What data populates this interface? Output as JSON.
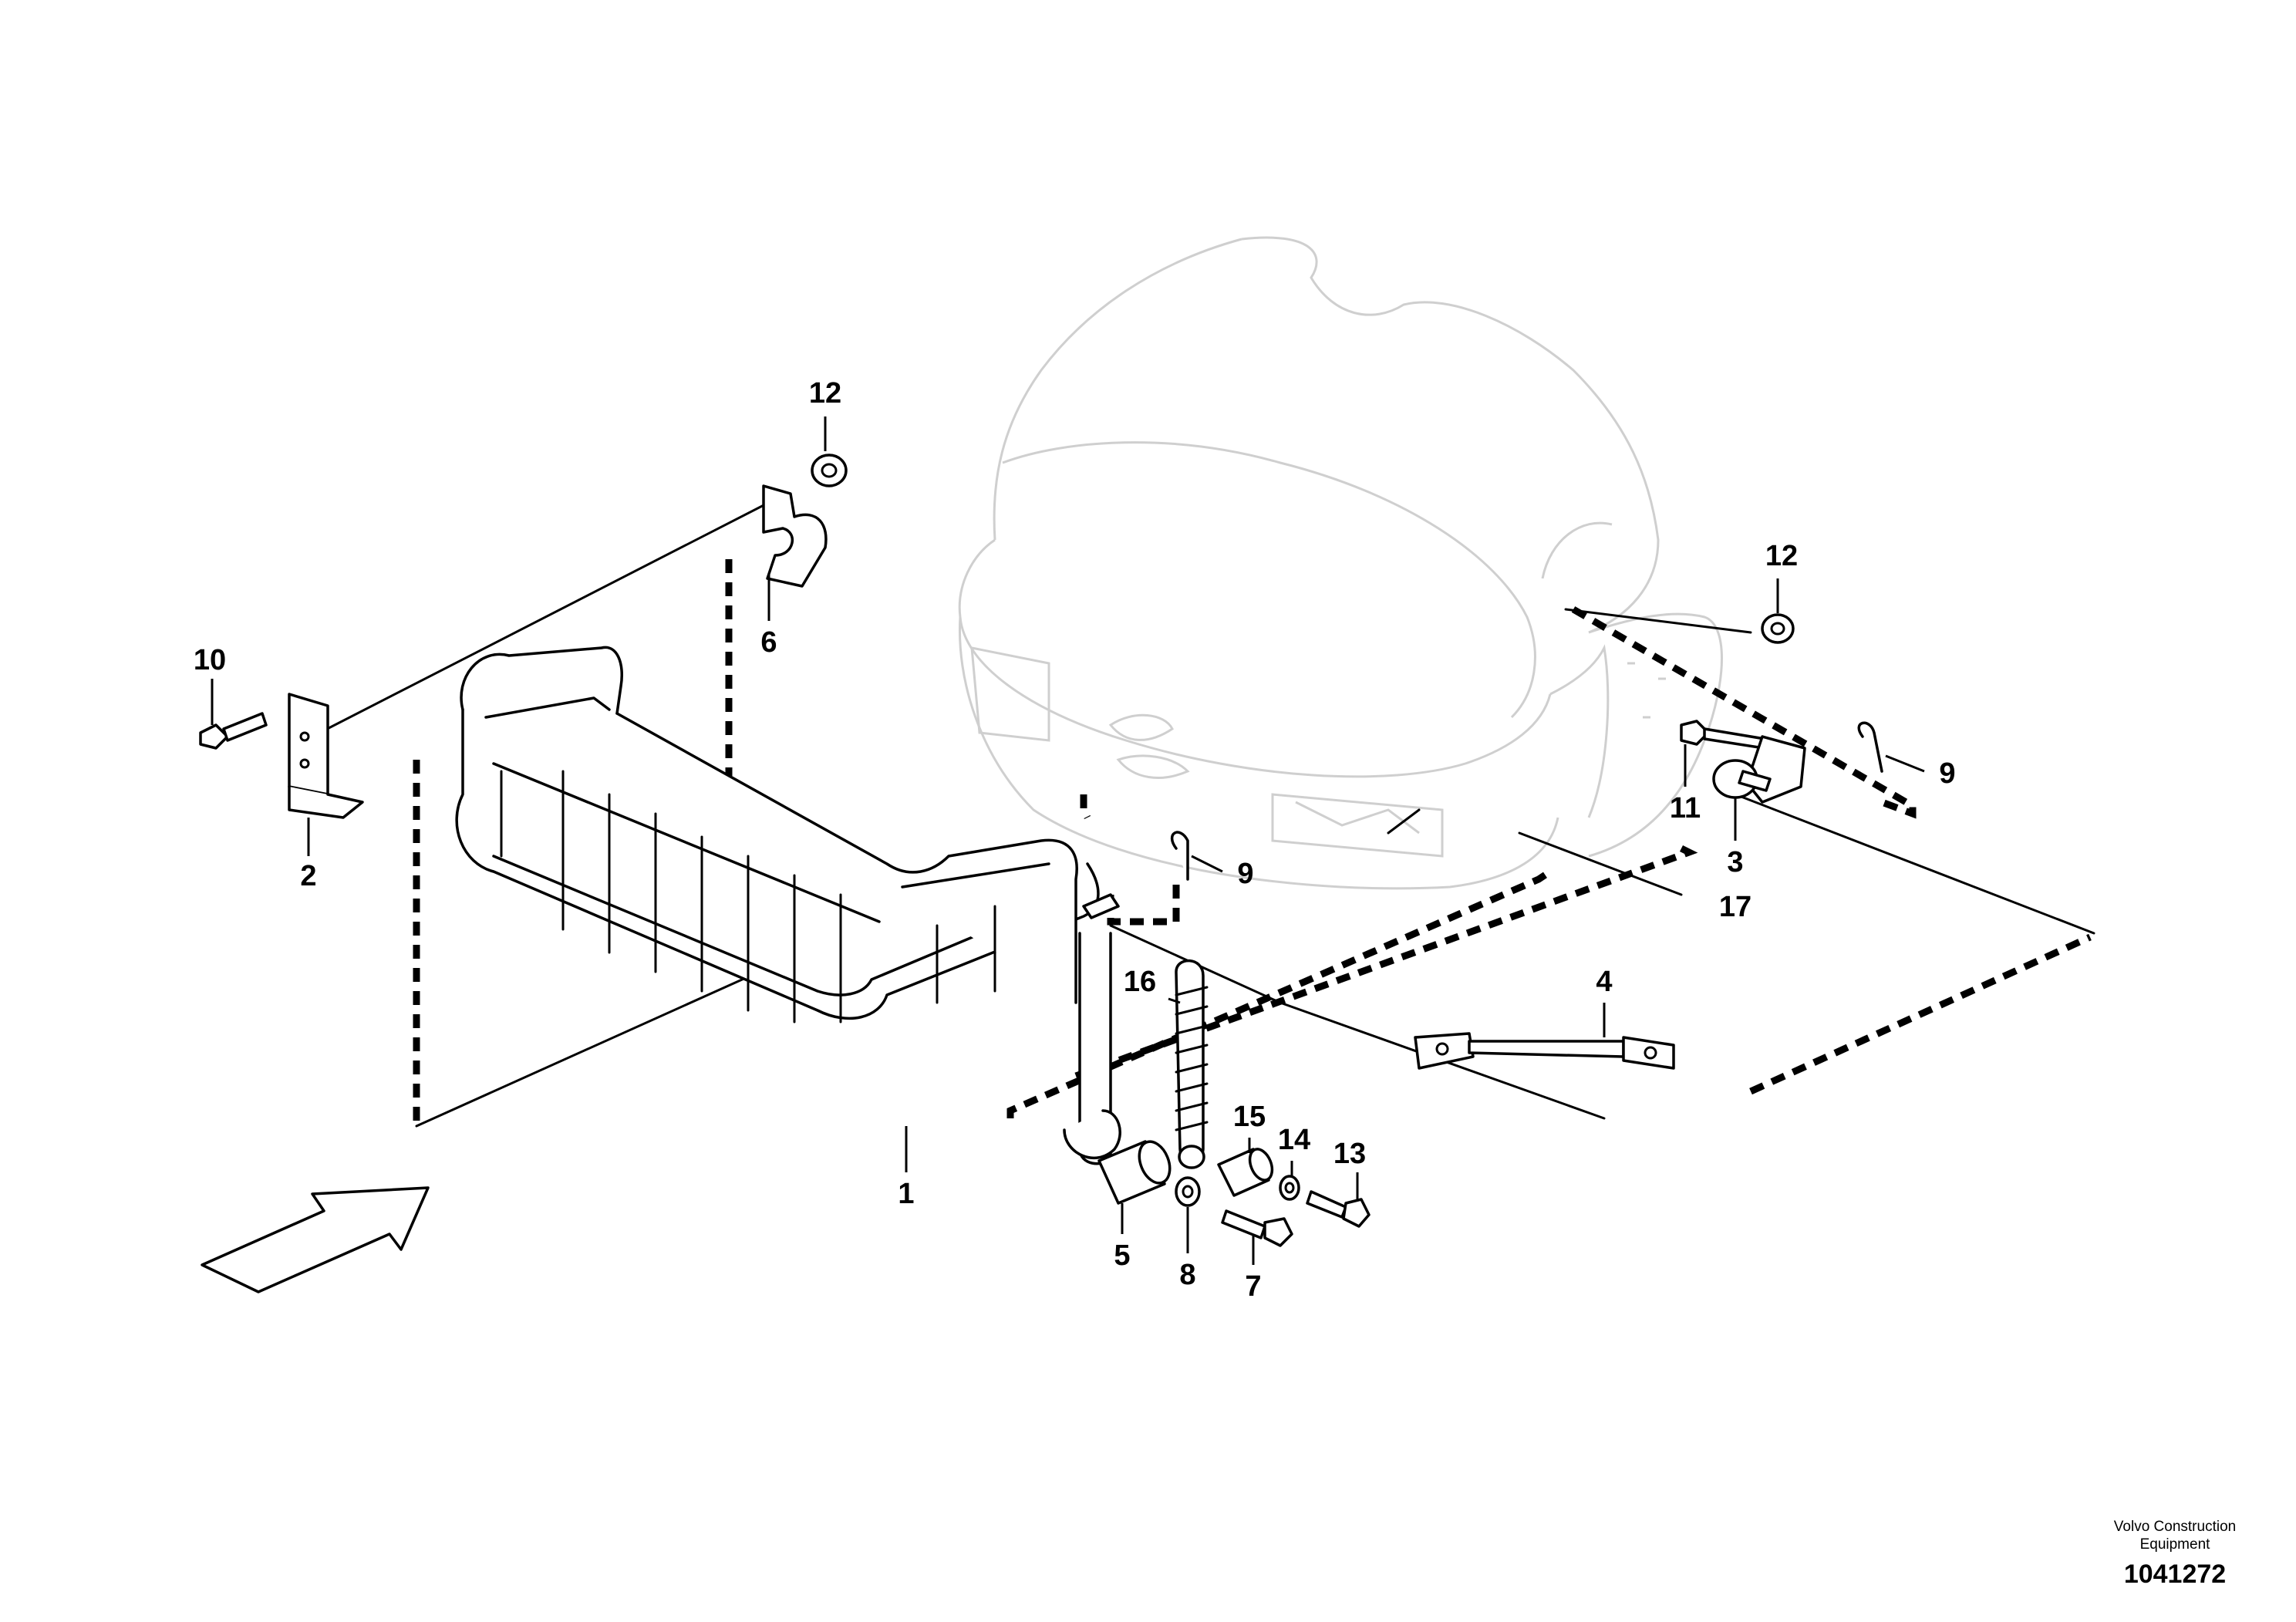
{
  "callouts": [
    {
      "id": "1",
      "label": "1"
    },
    {
      "id": "2",
      "label": "2"
    },
    {
      "id": "3",
      "label": "3"
    },
    {
      "id": "17",
      "label": "17"
    },
    {
      "id": "4",
      "label": "4"
    },
    {
      "id": "5",
      "label": "5"
    },
    {
      "id": "6",
      "label": "6"
    },
    {
      "id": "7",
      "label": "7"
    },
    {
      "id": "8",
      "label": "8"
    },
    {
      "id": "9a",
      "label": "9"
    },
    {
      "id": "9b",
      "label": "9"
    },
    {
      "id": "10",
      "label": "10"
    },
    {
      "id": "11",
      "label": "11"
    },
    {
      "id": "12a",
      "label": "12"
    },
    {
      "id": "12b",
      "label": "12"
    },
    {
      "id": "13",
      "label": "13"
    },
    {
      "id": "14",
      "label": "14"
    },
    {
      "id": "15",
      "label": "15"
    },
    {
      "id": "16",
      "label": "16"
    }
  ],
  "reference": {
    "brand_line1": "Volvo Construction",
    "brand_line2": "Equipment",
    "number": "1041272"
  }
}
